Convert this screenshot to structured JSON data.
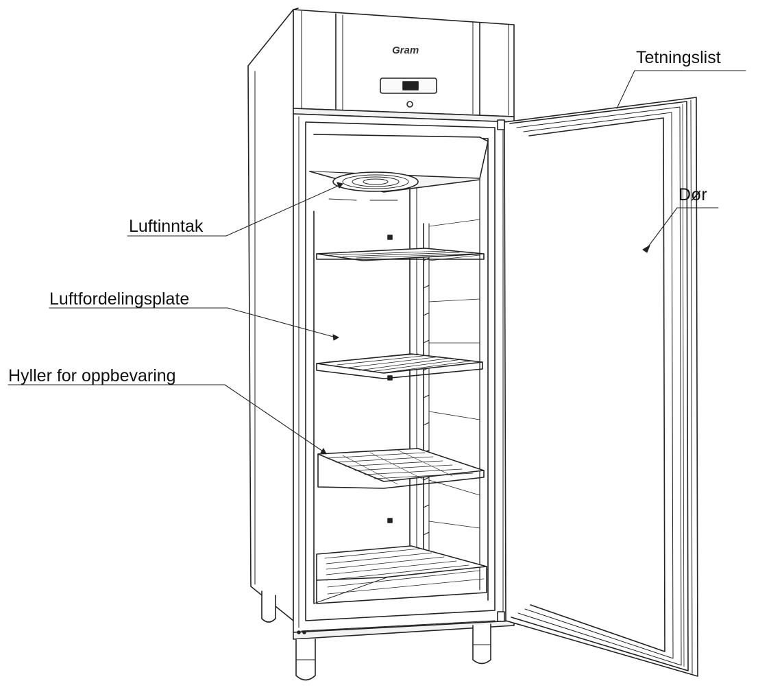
{
  "diagram": {
    "brand_text": "Gram",
    "callouts": {
      "seal": "Tetningslist",
      "door": "Dør",
      "air_intake": "Luftinntak",
      "air_plate": "Luftfordelingsplate",
      "shelves": "Hyller for oppbevaring"
    }
  }
}
